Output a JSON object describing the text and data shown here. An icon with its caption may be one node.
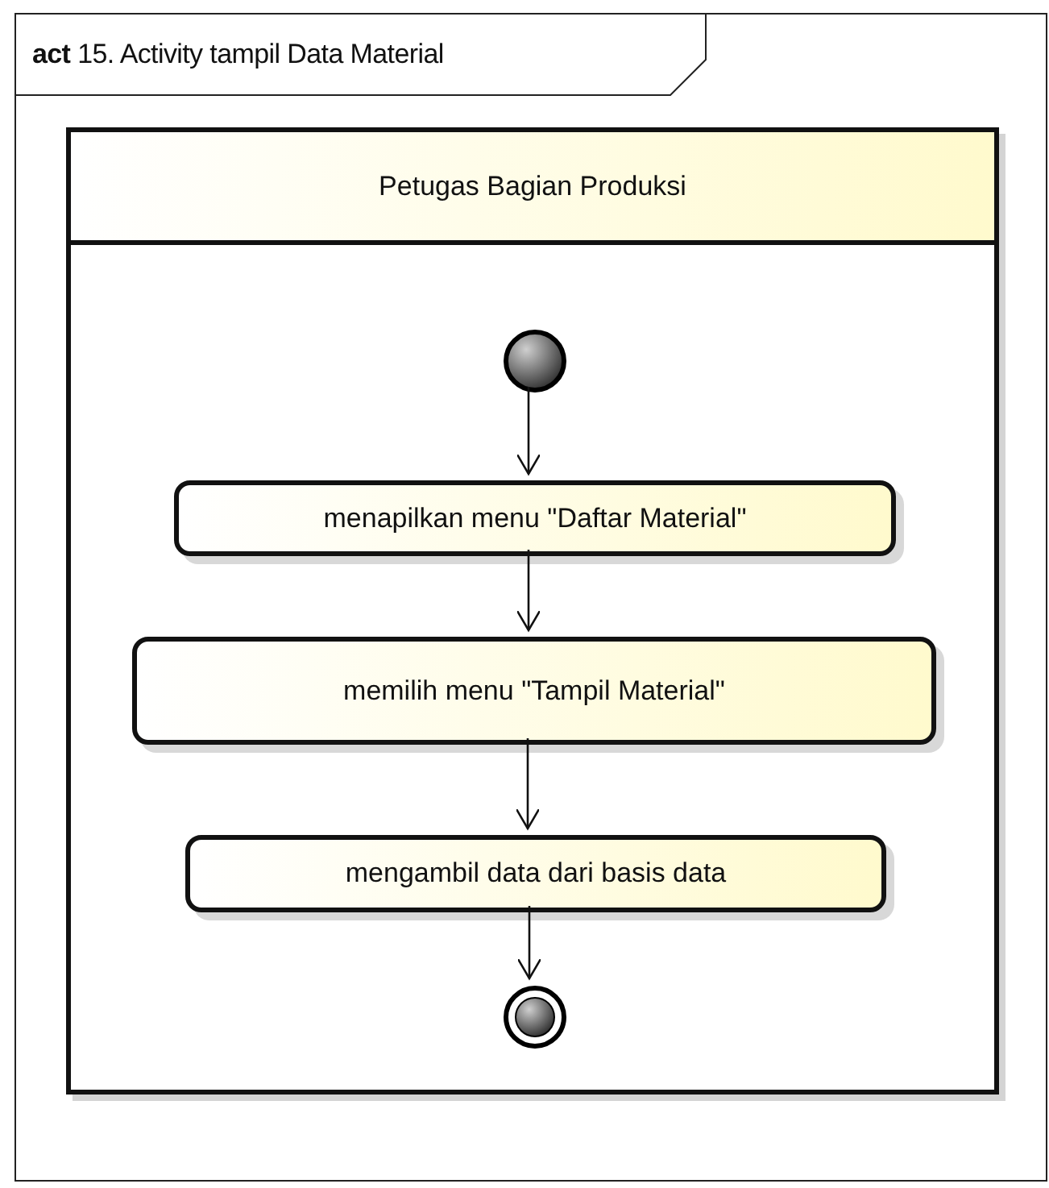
{
  "diagram": {
    "nodes": [
      {
        "text": [
          "**act** 15. Activity tampil Data Material"
        ]
      },
      {
        "text": [
          "Petugas Bagian Produksi"
        ],
        "in": 0
      },
      {
        "text": [],
        "shape": "circle",
        "in": 1
      },
      {
        "text": [
          "menapilkan menu \"Daftar Material\""
        ],
        "in": 1
      },
      {
        "text": [
          "memilih menu \"Tampil Material\""
        ],
        "in": 1
      },
      {
        "text": [
          "mengambil data dari basis data"
        ],
        "in": 1
      },
      {
        "text": [],
        "shape": "bullseye",
        "in": 1
      }
    ],
    "edges": [
      {
        "from": 2,
        "to": 3,
        "arrow": "to"
      },
      {
        "from": 3,
        "to": 4,
        "arrow": "to"
      },
      {
        "from": 4,
        "to": 5,
        "arrow": "to"
      },
      {
        "from": 5,
        "to": 6,
        "arrow": "to"
      }
    ]
  }
}
